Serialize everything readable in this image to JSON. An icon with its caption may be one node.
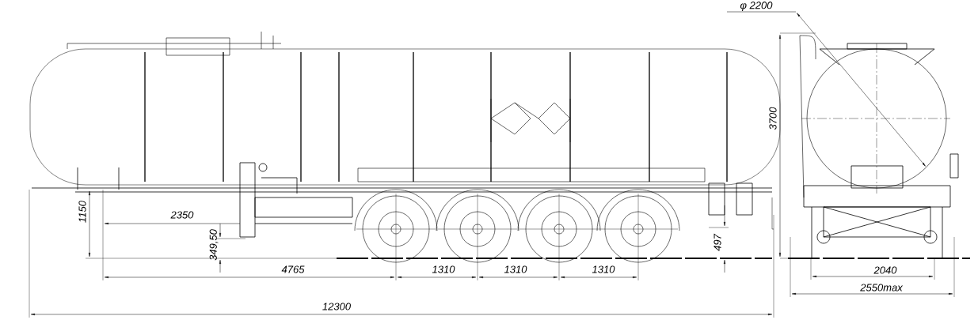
{
  "diagram": {
    "labels": [
      "φ 2200",
      "3700",
      "1150",
      "2350",
      "349,50",
      "497",
      "4765",
      "1310",
      "1310",
      "1310",
      "2040",
      "2550max",
      "12300"
    ]
  }
}
